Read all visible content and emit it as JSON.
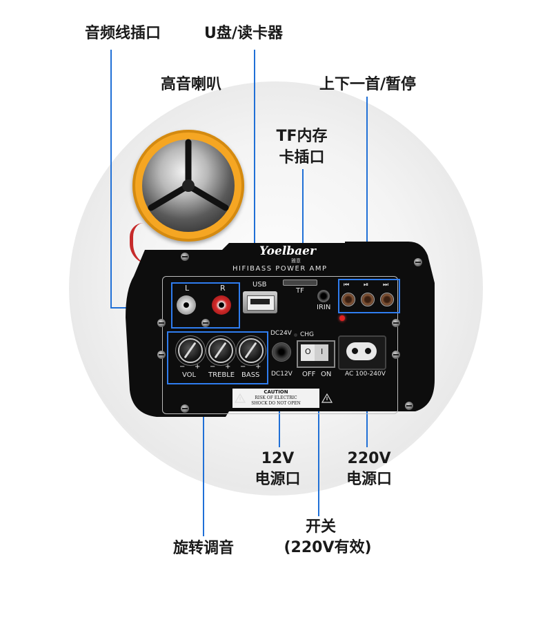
{
  "callouts": {
    "audio_input": "音频线插口",
    "usb_reader": "U盘/读卡器",
    "tweeter": "高音喇叭",
    "prev_next_pause": "上下一首/暂停",
    "tf_slot_line1": "TF内存",
    "tf_slot_line2": "卡插口",
    "dc12v_line1": "12V",
    "dc12v_line2": "电源口",
    "ac220v_line1": "220V",
    "ac220v_line2": "电源口",
    "switch_line1": "开关",
    "switch_line2": "(220V有效)",
    "tone_knobs": "旋转调音"
  },
  "panel": {
    "brand": "Yoelbaer",
    "brand_sub": "雅意",
    "subtitle": "HIFIBASS POWER AMP",
    "label_l": "L",
    "label_r": "R",
    "label_usb": "USB",
    "label_tf": "TF",
    "label_irin": "IRIN",
    "label_dc24v": "DC24V",
    "label_chg": "CHG",
    "label_dc12v": "DC12V",
    "label_off": "OFF",
    "label_on": "ON",
    "label_ac": "AC 100-240V",
    "label_vol": "VOL",
    "label_treble": "TREBLE",
    "label_bass": "BASS",
    "label_minus": "−",
    "label_plus": "+",
    "switch_off_mark": "O",
    "switch_on_mark": "I",
    "caution_title": "CAUTION",
    "caution_line1": "RISK  OF  ELECTRIC",
    "caution_line2": "SHOCK DO NOT OPEN",
    "btn_prev_icon": "⏮",
    "btn_play_icon": "⏯",
    "btn_next_icon": "⏭"
  },
  "colors": {
    "callout_line": "#1f6fd6",
    "tweeter_ring": "#f5a623",
    "panel": "#0e0e0e",
    "rca_right": "#d42a2a",
    "highlight_box": "#2f7df0"
  },
  "icons": [
    "prev-track-icon",
    "play-pause-icon",
    "next-track-icon",
    "warning-icon"
  ]
}
